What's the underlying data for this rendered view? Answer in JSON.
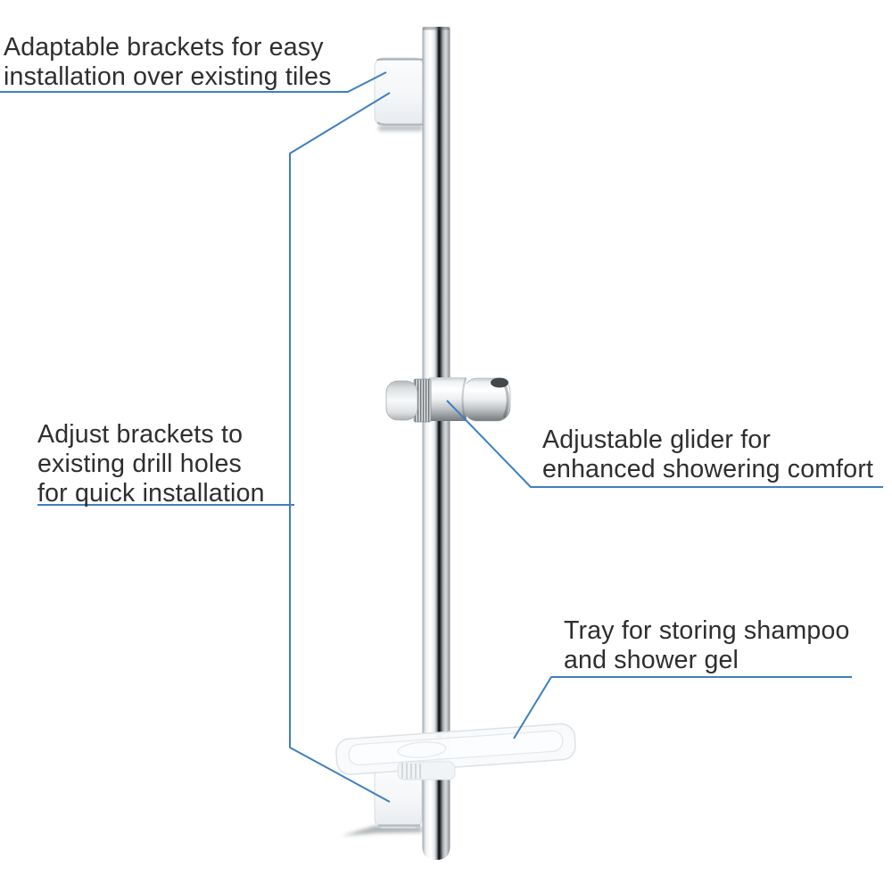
{
  "colors": {
    "background": "#ffffff",
    "text": "#2e2e2e",
    "callout_line": "#3f7fc1"
  },
  "product": {
    "alt": "Chrome shower slide bar with two wall brackets, adjustable glider and translucent shelf tray"
  },
  "callouts": {
    "adaptable_brackets": {
      "lines": [
        "Adaptable brackets for easy",
        "installation over existing tiles"
      ]
    },
    "adjust_brackets": {
      "lines": [
        "Adjust brackets to",
        "existing drill holes",
        "for quick installation"
      ]
    },
    "adjustable_glider": {
      "lines": [
        "Adjustable glider for",
        "enhanced showering comfort"
      ]
    },
    "tray": {
      "lines": [
        "Tray for storing shampoo",
        "and shower gel"
      ]
    }
  }
}
